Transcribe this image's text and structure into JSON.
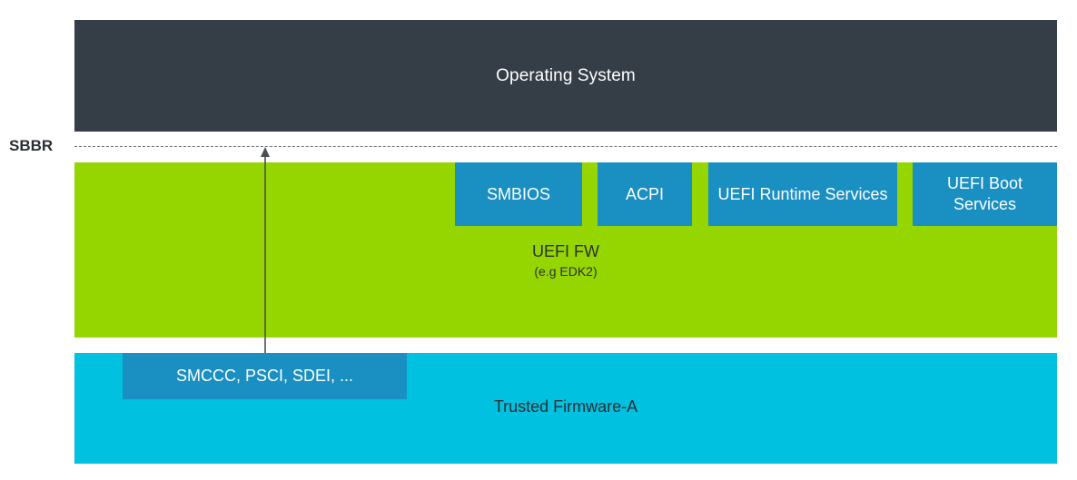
{
  "layers": {
    "os": {
      "label": "Operating System",
      "color": "#353d47"
    },
    "sbbr": {
      "label": "SBBR"
    },
    "uefi": {
      "title": "UEFI FW",
      "subtitle": "(e.g EDK2)",
      "color": "#96d600",
      "services": [
        {
          "label": "SMBIOS"
        },
        {
          "label": "ACPI"
        },
        {
          "label": "UEFI Runtime Services"
        },
        {
          "label": "UEFI Boot Services"
        }
      ]
    },
    "tfa": {
      "label": "Trusted Firmware-A",
      "color": "#00c1e0",
      "interface": {
        "label": "SMCCC, PSCI, SDEI, ..."
      }
    }
  },
  "colors": {
    "service_box": "#1a8fc2",
    "arrow": "#4a4f55"
  }
}
